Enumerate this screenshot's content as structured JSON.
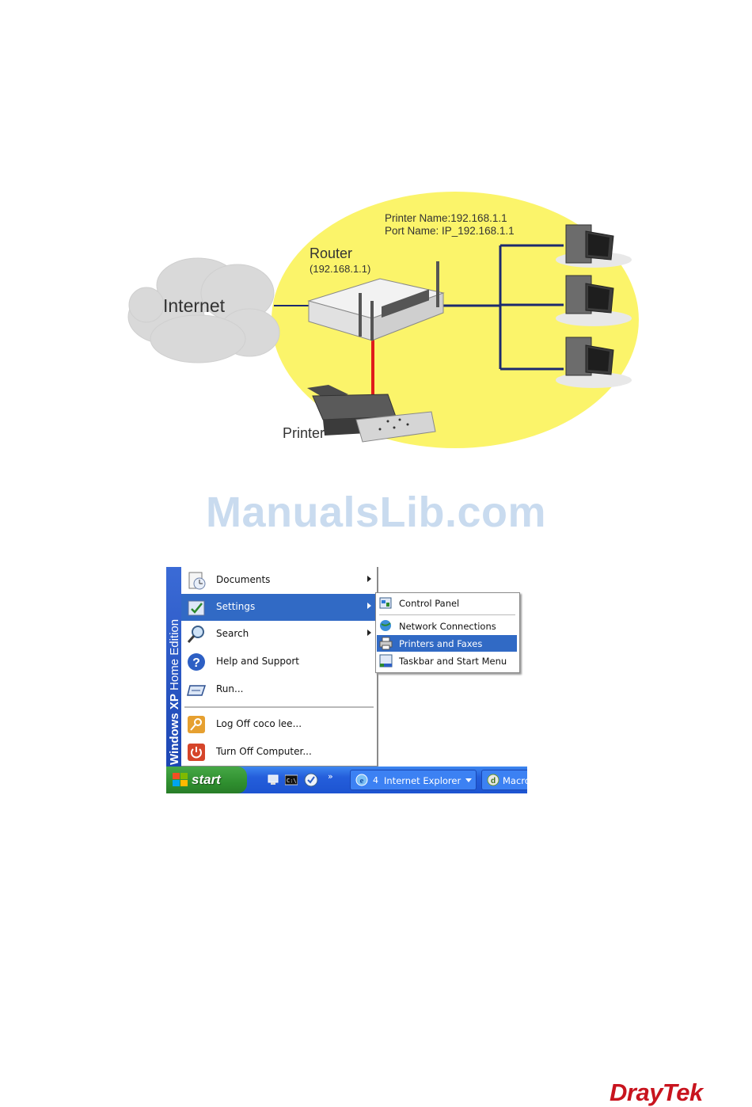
{
  "diagram": {
    "internet_label": "Internet",
    "router_label": "Router",
    "router_ip": "192.168.1.1",
    "printer_name": "Printer Name:192.168.1.1",
    "port_name": "Port Name: IP_192.168.1.1",
    "printer_label": "Printer"
  },
  "watermark": "ManualsLib.com",
  "start_menu": {
    "sidebar_text_bold": "Windows XP",
    "sidebar_text": " Home Edition",
    "items": [
      {
        "label": "Documents",
        "icon": "documents-icon"
      },
      {
        "label": "Settings",
        "icon": "settings-icon"
      },
      {
        "label": "Search",
        "icon": "search-icon"
      },
      {
        "label": "Help and Support",
        "icon": "help-icon"
      },
      {
        "label": "Run...",
        "icon": "run-icon"
      },
      {
        "label": "Log Off coco lee...",
        "icon": "logoff-icon"
      },
      {
        "label": "Turn Off Computer...",
        "icon": "power-icon"
      }
    ],
    "submenu": [
      {
        "label": "Control Panel",
        "icon": "control-panel-icon"
      },
      {
        "label": "Network Connections",
        "icon": "network-icon"
      },
      {
        "label": "Printers and Faxes",
        "icon": "printer-icon"
      },
      {
        "label": "Taskbar and Start Menu",
        "icon": "taskbar-icon"
      }
    ]
  },
  "taskbar": {
    "start_label": "start",
    "ie_label": "Internet Explorer",
    "ie_count": "4",
    "mac_label": "Macro"
  },
  "brand": "DrayTek",
  "colors": {
    "selection": "#316ac5",
    "cloud": "#d7d7d7",
    "lan_zone": "#fbf46a",
    "link_red": "#e01b1b",
    "link_navy": "#1c2a6e",
    "brand_red": "#c8141e"
  }
}
